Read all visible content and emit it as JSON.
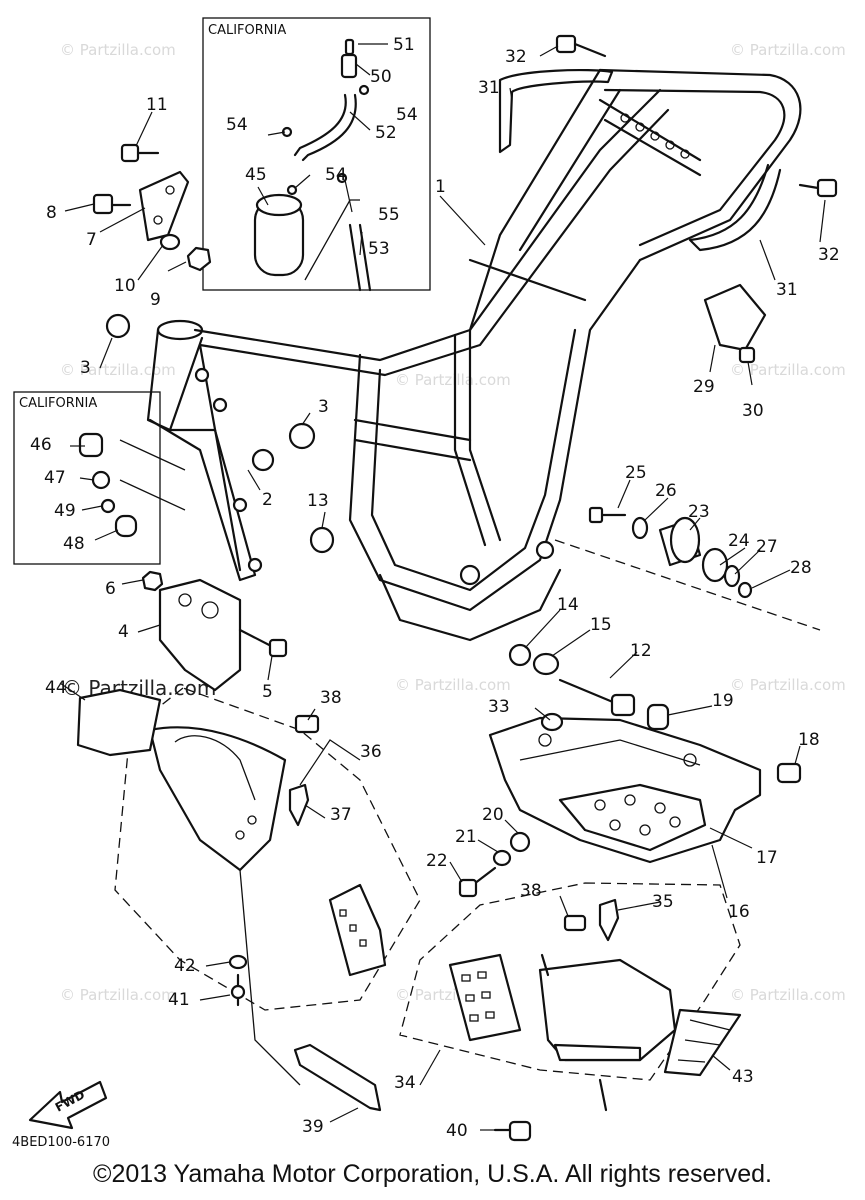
{
  "diagram_code": "4BED100-6170",
  "fwd_label": "FWD",
  "copyright": "©2013 Yamaha Motor Corporation, U.S.A. All rights reserved.",
  "watermark": "© Partzilla.com",
  "california_box_top": "CALIFORNIA",
  "california_box_left": "CALIFORNIA",
  "callouts": {
    "c1": "1",
    "c2": "2",
    "c3a": "3",
    "c3b": "3",
    "c4": "4",
    "c5": "5",
    "c6": "6",
    "c7": "7",
    "c8": "8",
    "c9": "9",
    "c10": "10",
    "c11": "11",
    "c12": "12",
    "c13": "13",
    "c14": "14",
    "c15": "15",
    "c16": "16",
    "c17": "17",
    "c18": "18",
    "c19": "19",
    "c20": "20",
    "c21": "21",
    "c22": "22",
    "c23": "23",
    "c24": "24",
    "c25": "25",
    "c26": "26",
    "c27": "27",
    "c28": "28",
    "c29": "29",
    "c30": "30",
    "c31a": "31",
    "c31b": "31",
    "c32a": "32",
    "c32b": "32",
    "c33": "33",
    "c34": "34",
    "c35": "35",
    "c36": "36",
    "c37": "37",
    "c38a": "38",
    "c38b": "38",
    "c39": "39",
    "c40": "40",
    "c41": "41",
    "c42": "42",
    "c43": "43",
    "c44": "44",
    "c45": "45",
    "c46": "46",
    "c47": "47",
    "c48": "48",
    "c49": "49",
    "c50": "50",
    "c51": "51",
    "c52": "52",
    "c53": "53",
    "c54a": "54",
    "c54b": "54",
    "c55": "55"
  }
}
